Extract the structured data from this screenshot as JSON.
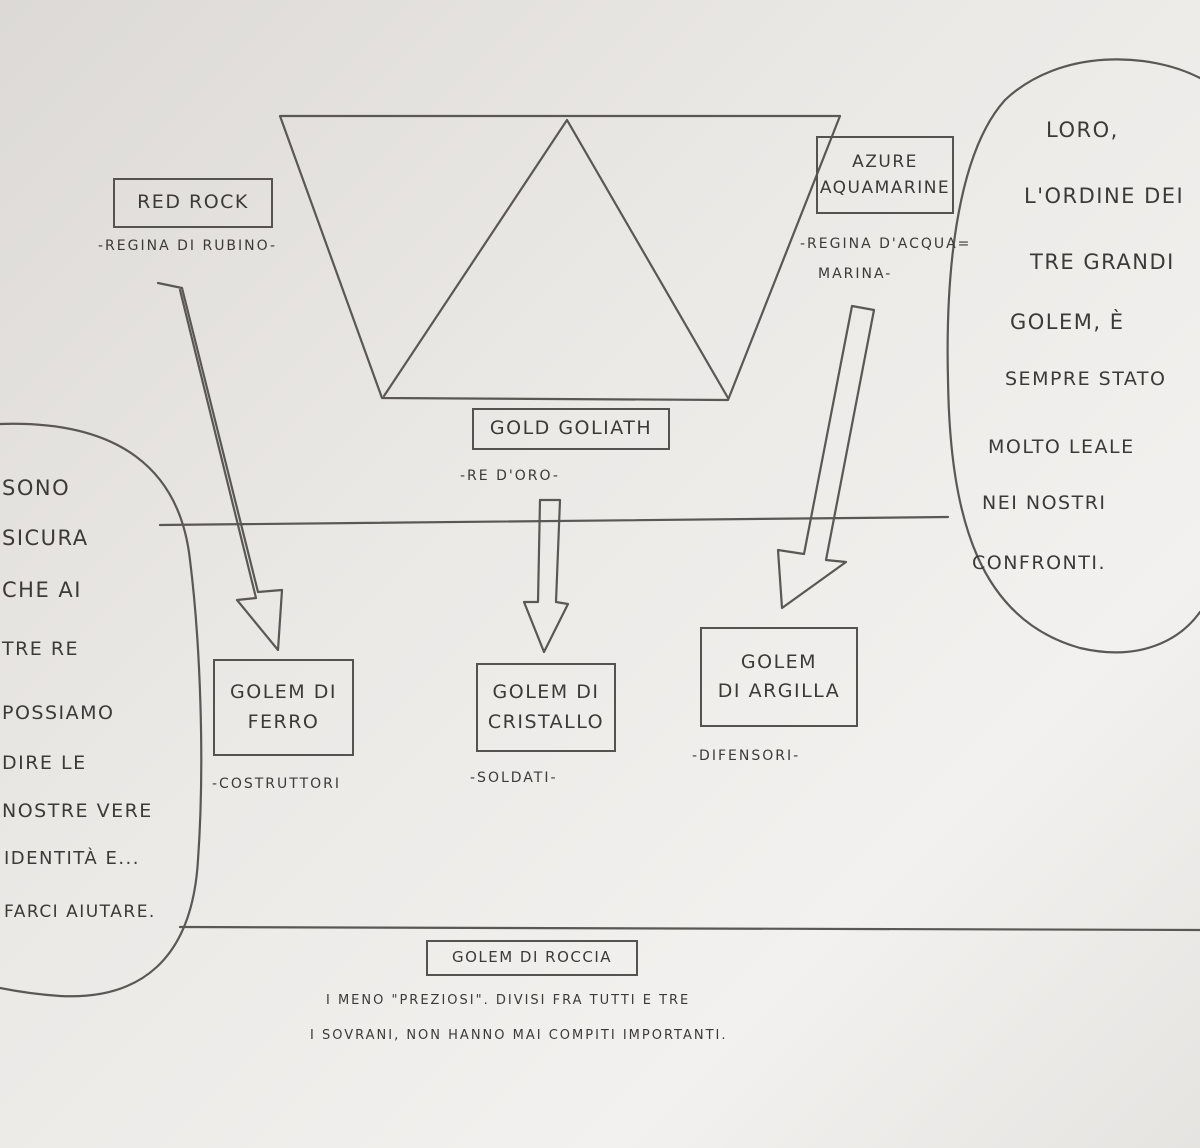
{
  "top_left": {
    "name": "RED ROCK",
    "title": "-REGINA DI RUBINO-"
  },
  "top_right": {
    "name_line1": "AZURE",
    "name_line2": "AQUAMARINE",
    "title_line1": "-REGINA D'ACQUA=",
    "title_line2": "MARINA-"
  },
  "top_center": {
    "name": "GOLD GOLIATH",
    "title": "-RE D'ORO-"
  },
  "golems": [
    {
      "line1": "GOLEM DI",
      "line2": "FERRO",
      "role": "-COSTRUTTORI"
    },
    {
      "line1": "GOLEM DI",
      "line2": "CRISTALLO",
      "role": "-SOLDATI-"
    },
    {
      "line1": "GOLEM",
      "line2": "DI ARGILLA",
      "role": "-DIFENSORI-"
    }
  ],
  "bottom": {
    "name": "GOLEM DI ROCCIA",
    "desc_line1": "I MENO \"PREZIOSI\". DIVISI FRA TUTTI E TRE",
    "desc_line2": "I SOVRANI, NON HANNO MAI COMPITI IMPORTANTI."
  },
  "left_bubble": {
    "lines": [
      "SONO",
      "SICURA",
      "CHE AI",
      "TRE RE",
      "POSSIAMO",
      "DIRE LE",
      "NOSTRE VERE",
      "IDENTITÀ E...",
      "FARCI AIUTARE."
    ]
  },
  "right_bubble": {
    "lines": [
      "LORO,",
      "L'ORDINE DEI",
      "TRE GRANDI",
      "GOLEM, È",
      "SEMPRE STATO",
      "MOLTO LEALE",
      "NEI NOSTRI",
      "CONFRONTI."
    ]
  }
}
